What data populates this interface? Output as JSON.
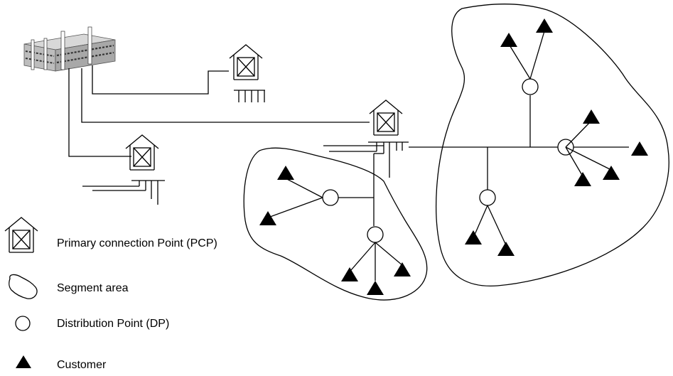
{
  "legend": {
    "pcp_label": "Primary connection Point (PCP)",
    "segment_label": "Segment area",
    "dp_label": "Distribution Point (DP)",
    "customer_label": "Customer"
  },
  "icons": {
    "exchange": "exchange-building-icon",
    "pcp": "pcp-cabinet-icon",
    "segment": "segment-area-icon",
    "dp": "distribution-point-icon",
    "customer": "customer-triangle-icon"
  },
  "colors": {
    "line": "#000000",
    "background": "#ffffff"
  }
}
